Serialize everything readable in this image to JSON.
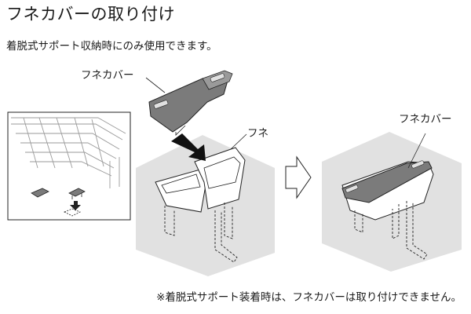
{
  "title": "フネカバーの取り付け",
  "subtitle": "着脱式サポート収納時にのみ使用できます。",
  "labels": {
    "cover_top": "フネカバー",
    "tub": "フネ",
    "cover_right": "フネカバー"
  },
  "footnote": "※着脱式サポート装着時は、フネカバーは取り付けできません。",
  "colors": {
    "box_fill": "#e1e1e1",
    "cover_fill": "#7b7b7b",
    "line": "#222222"
  },
  "icons": [
    "push-arrow-icon",
    "next-step-arrow-icon",
    "down-arrow-icon"
  ]
}
